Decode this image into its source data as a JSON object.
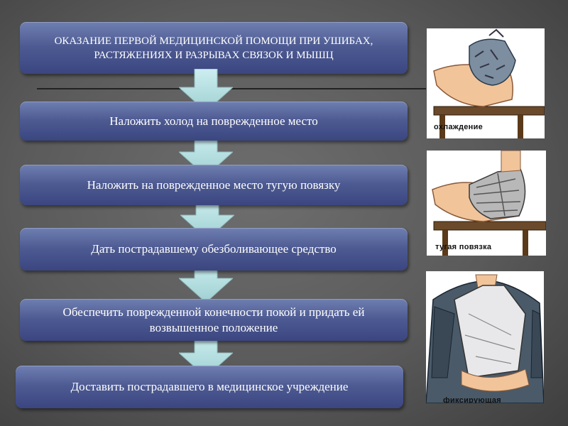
{
  "title": "ОКАЗАНИЕ  ПЕРВОЙ  МЕДИЦИНСКОЙ ПОМОЩИ ПРИ УШИБАХ, РАСТЯЖЕНИЯХ И РАЗРЫВАХ СВЯЗОК И МЫШЦ",
  "steps": [
    {
      "text": "Наложить холод на поврежденное место"
    },
    {
      "text": "Наложить  на поврежденное место тугую повязку"
    },
    {
      "text": "Дать пострадавшему обезболивающее средство"
    },
    {
      "text": "Обеспечить поврежденной конечности покой и придать ей возвышенное положение"
    },
    {
      "text": "Доставить пострадавшего в медицинское учреждение"
    }
  ],
  "images": [
    {
      "caption": "охлаждение"
    },
    {
      "caption": "тугая повязка"
    },
    {
      "caption": "фиксирующая"
    }
  ],
  "colors": {
    "box": "#4d5a92",
    "arrow": "#b9e2e3",
    "background": "#5a5a5a"
  }
}
